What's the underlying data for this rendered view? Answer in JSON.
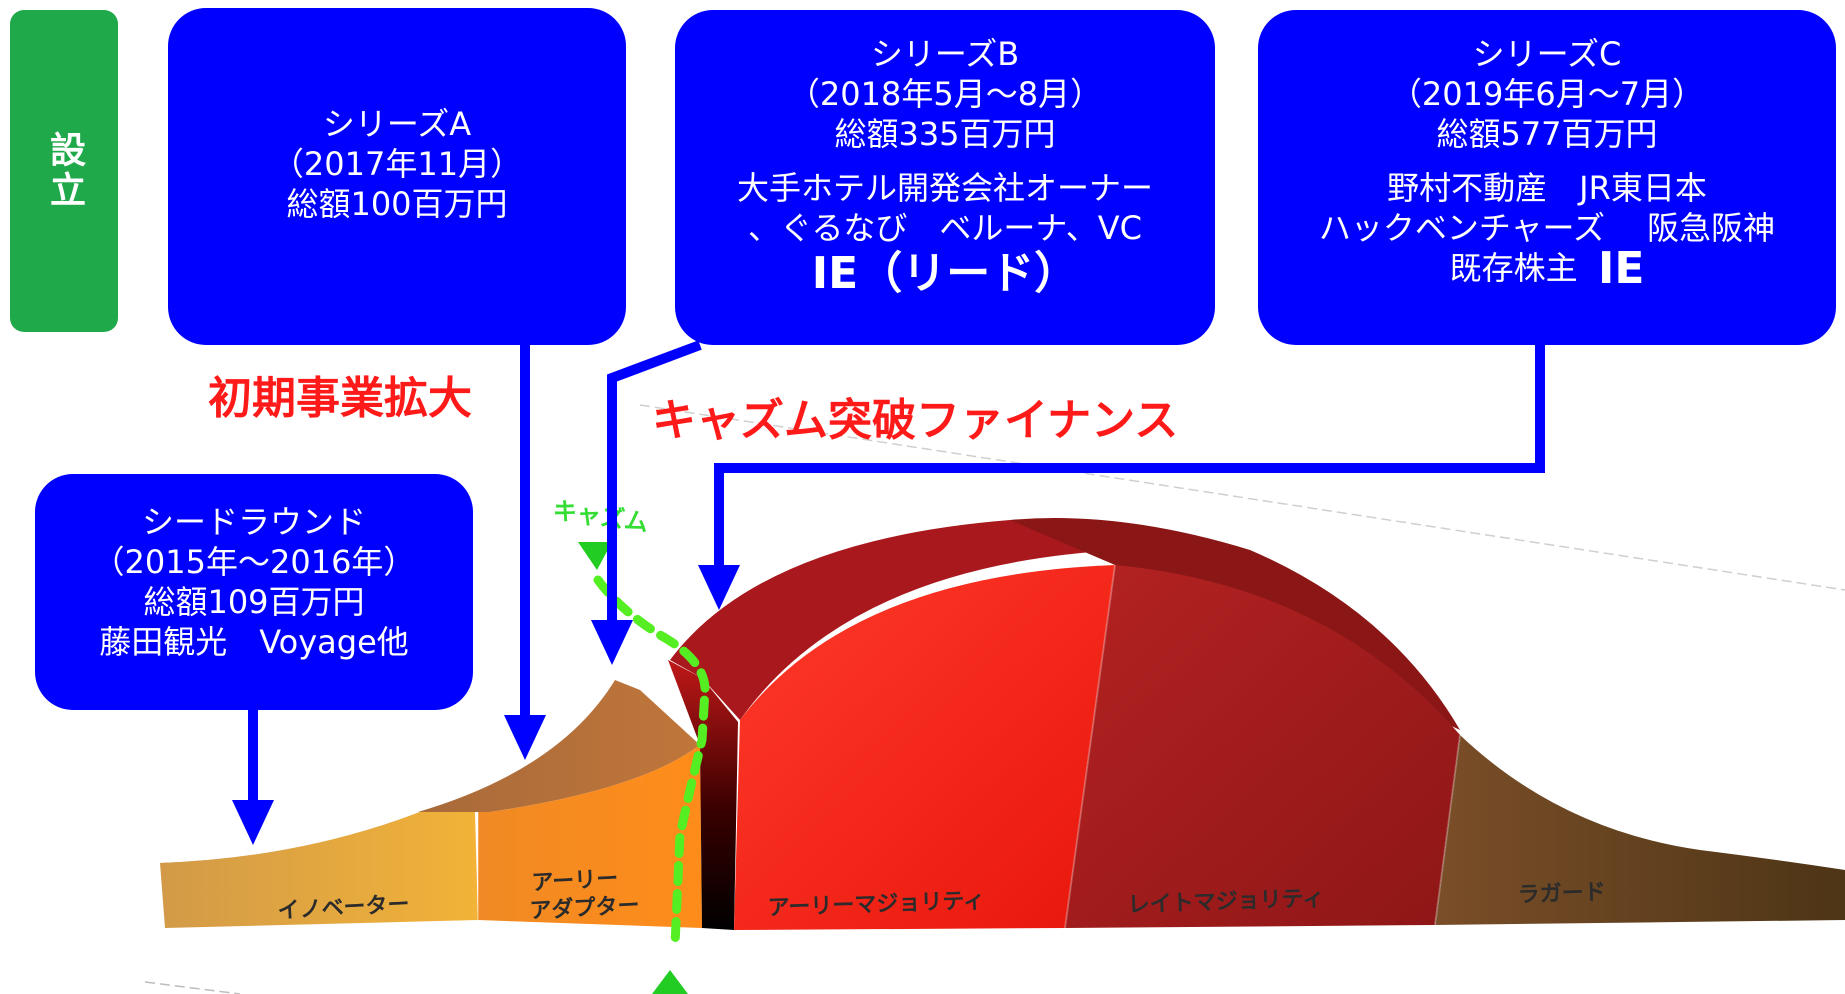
{
  "founding_label": "設立",
  "headings": {
    "initial_expansion": "初期事業拡大",
    "chasm_finance": "キャズム突破ファイナンス"
  },
  "rounds": {
    "seed": {
      "name": "シードラウンド",
      "period": "（2015年～2016年）",
      "amount": "総額109百万円",
      "investors": "藤田観光　Voyage他"
    },
    "series_a": {
      "name": "シリーズA",
      "period": "（2017年11月）",
      "amount": "総額100百万円"
    },
    "series_b": {
      "name": "シリーズB",
      "period": "（2018年5月～8月）",
      "amount": "総額335百万円",
      "investors_1": "大手ホテル開発会社オーナー",
      "investors_2": "、ぐるなび　ベルーナ、VC",
      "lead": "IE（リード）"
    },
    "series_c": {
      "name": "シリーズC",
      "period": "（2019年6月～7月）",
      "amount": "総額577百万円",
      "investors_1": "野村不動産　JR東日本",
      "investors_2": "ハックベンチャーズ　 阪急阪神",
      "investors_3": "既存株主",
      "investors_3_ie": "IE"
    }
  },
  "chasm_label": "キャズム",
  "segments": {
    "innovators": "イノベーター",
    "early_adopters_1": "アーリー",
    "early_adopters_2": "アダプター",
    "early_majority": "アーリーマジョリティ",
    "late_majority": "レイトマジョリティ",
    "laggards": "ラガード"
  },
  "colors": {
    "box_blue": "#0000ff",
    "arrow_blue": "#0000ff",
    "founding_green": "#1fa94a",
    "heading_red": "#ff1a1a",
    "chasm_green": "#55ee22",
    "innovators": "#e8a43a",
    "early_adopters": "#f58a1e",
    "early_majority": "#ff2a1a",
    "late_majority": "#a51d1d",
    "laggards": "#6b4a2a"
  }
}
